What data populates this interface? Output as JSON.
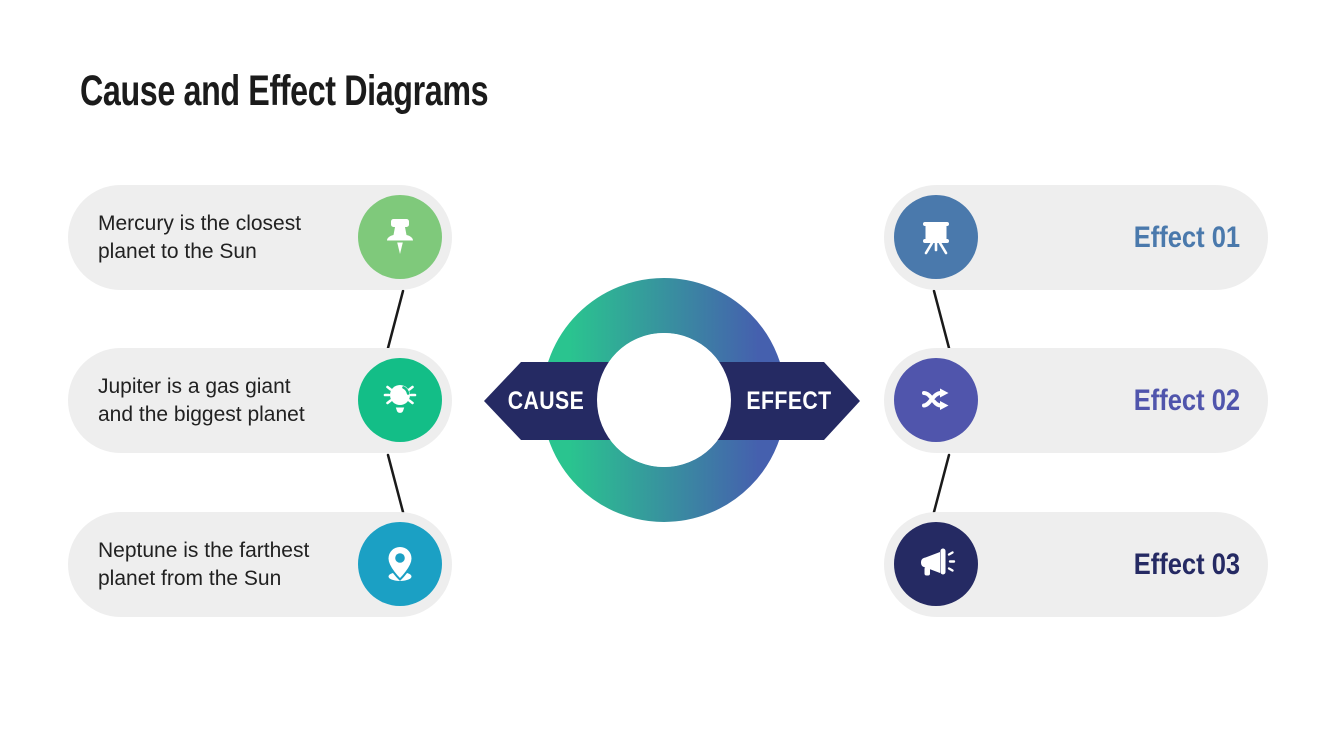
{
  "title": "Cause and Effect Diagrams",
  "colors": {
    "background": "#FFFFFF",
    "card_bg": "#EEEEEE",
    "title_text": "#1B1B1B",
    "card_text": "#212121",
    "band": "#252A63",
    "band_text": "#FFFFFF",
    "ring_gradient_start": "#2AC48F",
    "ring_gradient_end": "#4560AE",
    "connector": "#1A1A1A"
  },
  "center": {
    "cause_label": "CAUSE",
    "effect_label": "EFFECT"
  },
  "causes": [
    {
      "text": "Mercury is the closest\nplanet to the Sun",
      "icon": "pushpin-icon",
      "icon_bg": "#7FC97B"
    },
    {
      "text": "Jupiter is a gas giant\nand the biggest planet",
      "icon": "lightbulb-icon",
      "icon_bg": "#13BE87"
    },
    {
      "text": "Neptune is the farthest\nplanet from the Sun",
      "icon": "location-pin-icon",
      "icon_bg": "#1BA0C4"
    }
  ],
  "effects": [
    {
      "label": "Effect 01",
      "icon": "presentation-screen-icon",
      "icon_bg": "#4A79AC",
      "label_color": "#4A79AC"
    },
    {
      "label": "Effect 02",
      "icon": "shuffle-icon",
      "icon_bg": "#5055AC",
      "label_color": "#5055AC"
    },
    {
      "label": "Effect 03",
      "icon": "megaphone-icon",
      "icon_bg": "#252A63",
      "label_color": "#252A63"
    }
  ]
}
